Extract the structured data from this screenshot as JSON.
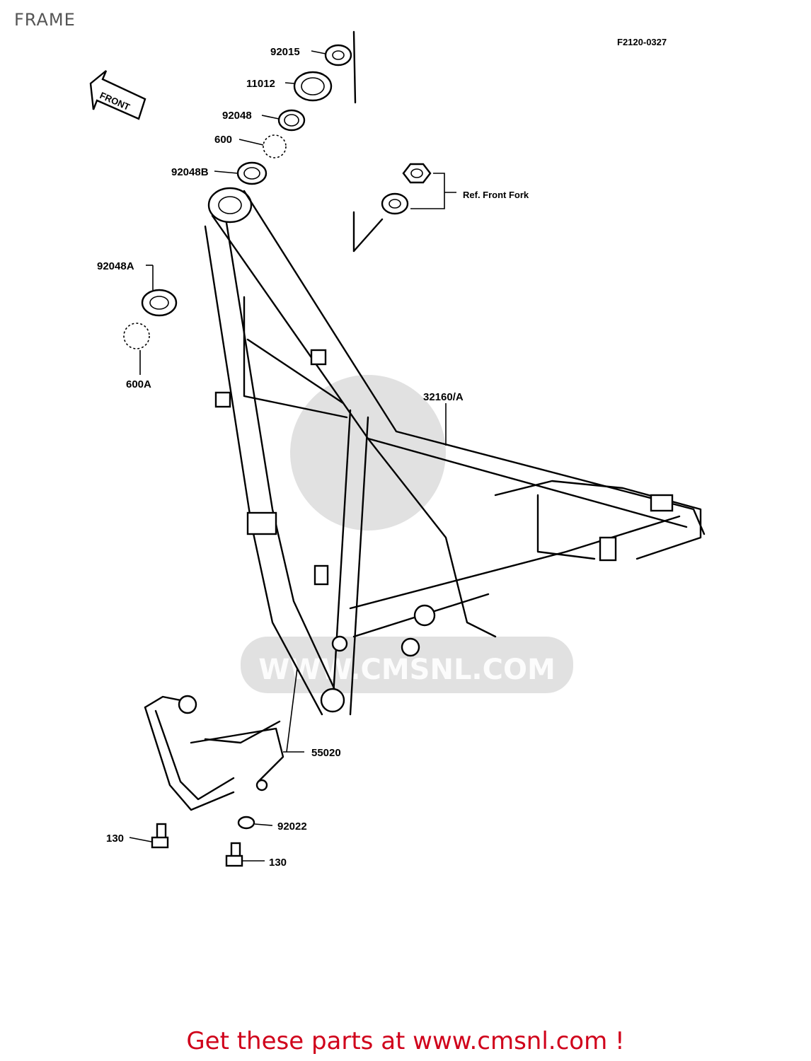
{
  "title": "FRAME",
  "diagram_code": "F2120-0327",
  "front_arrow_label": "FRONT",
  "ref_note": "Ref. Front Fork",
  "watermark_text": "WWW.CMSNL.COM",
  "parts": [
    {
      "key": "p92015",
      "label": "92015"
    },
    {
      "key": "p11012",
      "label": "11012"
    },
    {
      "key": "p92048",
      "label": "92048"
    },
    {
      "key": "p600",
      "label": "600"
    },
    {
      "key": "p92048B",
      "label": "92048B"
    },
    {
      "key": "p92048A",
      "label": "92048A"
    },
    {
      "key": "p600A",
      "label": "600A"
    },
    {
      "key": "p32160A",
      "label": "32160/A"
    },
    {
      "key": "p55020",
      "label": "55020"
    },
    {
      "key": "p92022",
      "label": "92022"
    },
    {
      "key": "p130a",
      "label": "130"
    },
    {
      "key": "p130b",
      "label": "130"
    }
  ],
  "cta": "Get these parts at www.cmsnl.com !",
  "colors": {
    "title": "#555555",
    "cta": "#d0021b",
    "watermark": "#c9c9c9"
  }
}
